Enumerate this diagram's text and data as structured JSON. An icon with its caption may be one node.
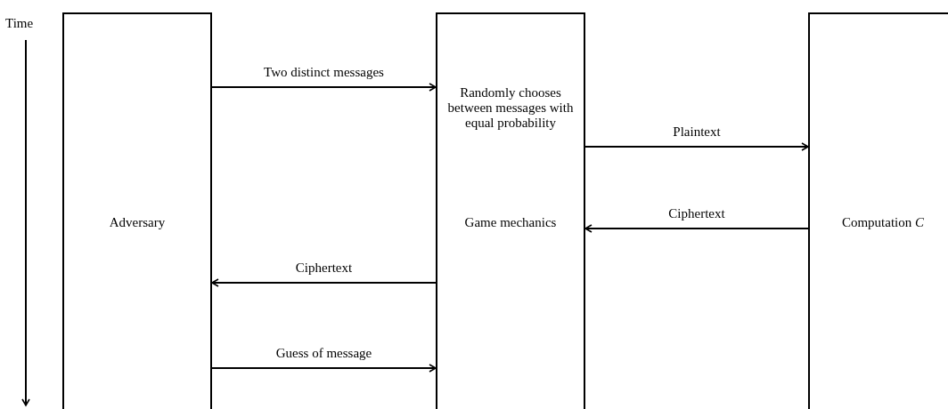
{
  "diagram": {
    "nodes": [
      {
        "text": [
          "Adversary"
        ]
      },
      {
        "text": [
          "Randomly chooses between messages with equal probability",
          "Game mechanics"
        ]
      },
      {
        "text": [
          "Computation *C*"
        ]
      }
    ],
    "edges": [
      {
        "from": 0,
        "to": 1,
        "arrow": "to",
        "label": "Two distinct messages"
      },
      {
        "from": 1,
        "to": 2,
        "arrow": "to",
        "label": "Plaintext"
      },
      {
        "from": 2,
        "to": 1,
        "arrow": "to",
        "label": "Ciphertext"
      },
      {
        "from": 1,
        "to": 0,
        "arrow": "to",
        "label": "Ciphertext"
      },
      {
        "from": 0,
        "to": 1,
        "arrow": "to",
        "label": "Guess of message"
      }
    ],
    "labels": [
      "Time"
    ]
  }
}
